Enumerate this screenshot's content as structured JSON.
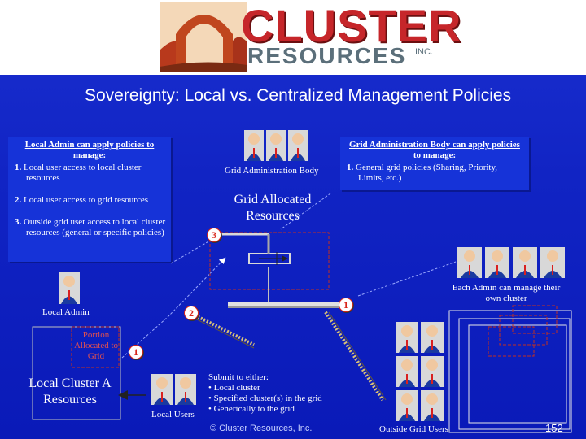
{
  "header": {
    "logo_line1": "CLUSTER",
    "logo_line2": "RESOURCES",
    "logo_inc": "INC."
  },
  "title": "Sovereignty: Local vs. Centralized Management Policies",
  "left_box": {
    "heading": "Local Admin can apply policies to manage:",
    "items": [
      {
        "num": "1.",
        "text": "Local user access to local cluster resources"
      },
      {
        "num": "2.",
        "text": "Local user access to grid resources"
      },
      {
        "num": "3.",
        "text": "Outside grid user access to local cluster resources (general or specific policies)"
      }
    ]
  },
  "right_box": {
    "heading": "Grid Administration Body can apply policies to manage:",
    "items": [
      {
        "num": "1.",
        "text": "General grid policies (Sharing, Priority, Limits, etc.)"
      }
    ]
  },
  "labels": {
    "grid_admin_body": "Grid Administration Body",
    "grid_allocated": "Grid Allocated Resources",
    "local_admin": "Local Admin",
    "portion_allocated": "Portion Allocated to Grid",
    "local_cluster": "Local Cluster A Resources",
    "local_users": "Local Users",
    "each_admin": "Each Admin can manage their own cluster",
    "outside_users": "Outside Grid Users",
    "submit_heading": "Submit to either:",
    "submit_items": [
      "Local cluster",
      "Specified cluster(s) in the grid",
      "Generically to the grid"
    ]
  },
  "badges": {
    "b1_top": "1",
    "b1_mid": "1",
    "b2": "2",
    "b3": "3"
  },
  "footer": {
    "copyright": "© Cluster Resources, Inc.",
    "page": "152"
  },
  "colors": {
    "background": "#1124c4",
    "badge": "#d8261a",
    "logo_red": "#c6262a",
    "logo_gray": "#5b6f7a"
  },
  "icons": [
    "arch-logo",
    "person-icon",
    "arrow-icon"
  ]
}
